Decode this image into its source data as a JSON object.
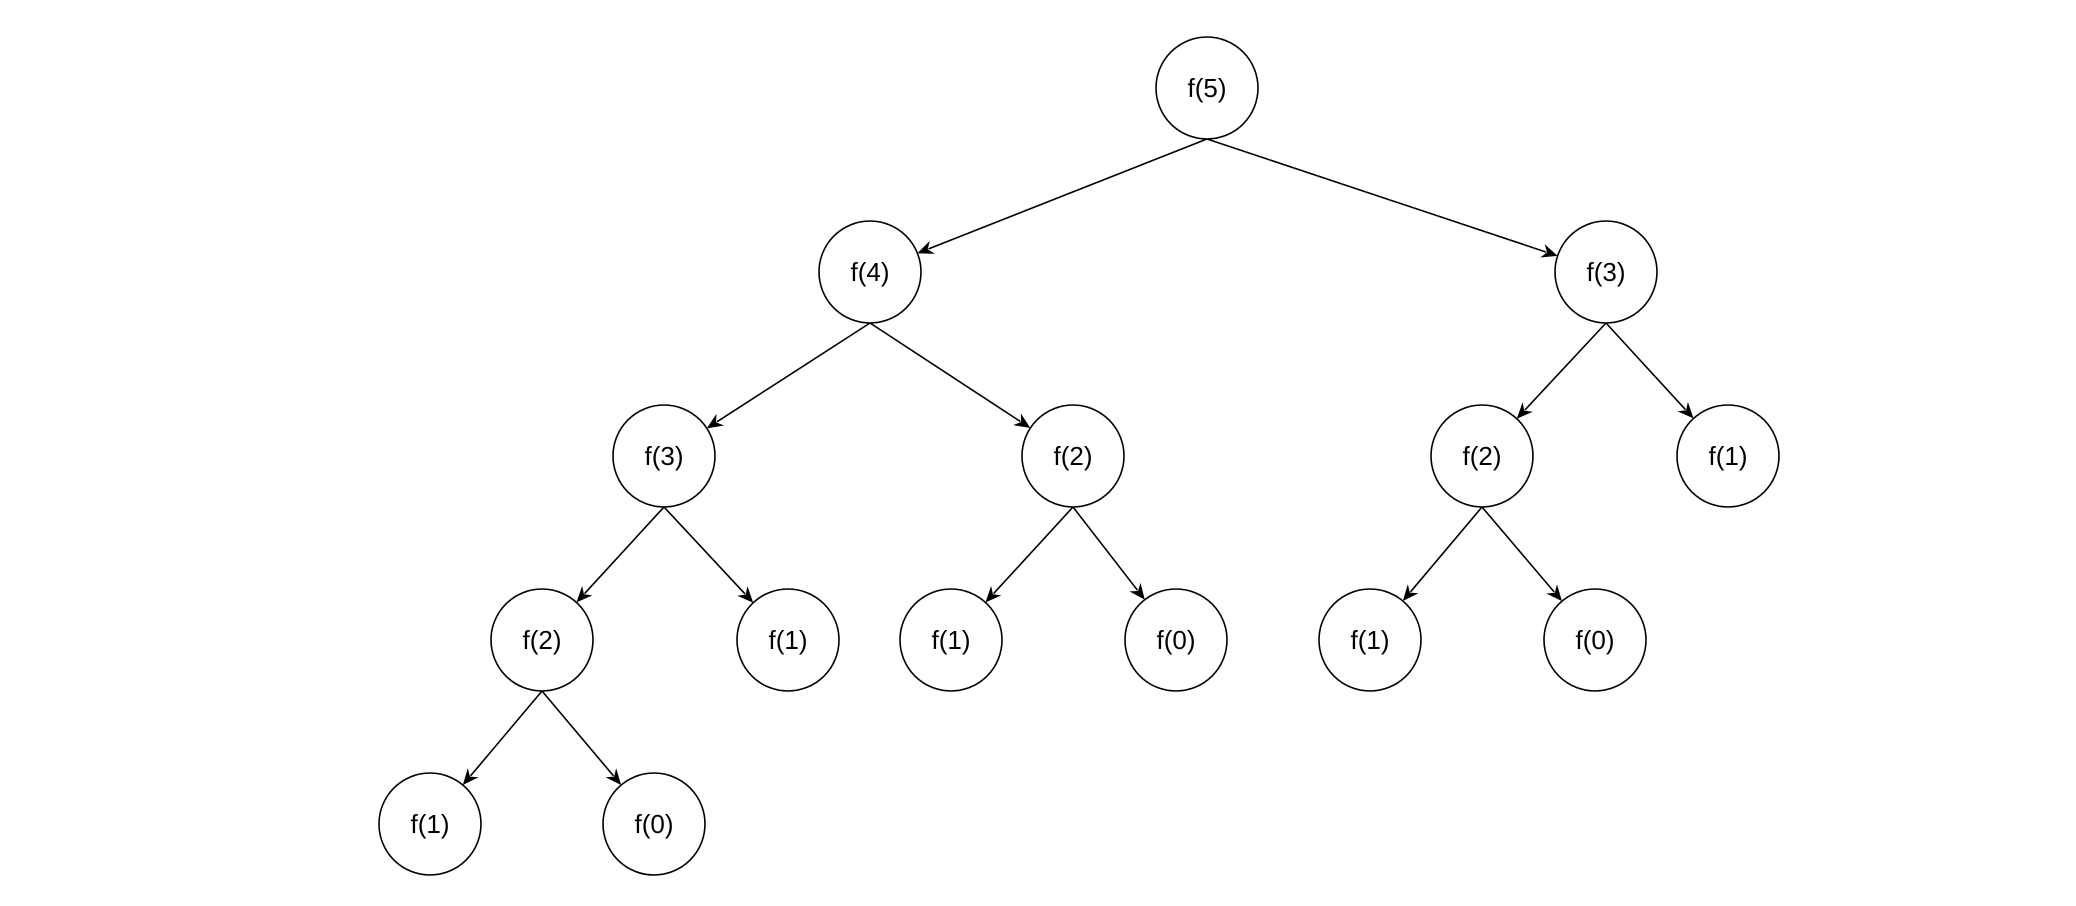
{
  "diagram": {
    "nodes": [
      {
        "id": "n1",
        "label": "f(5)"
      },
      {
        "id": "n2",
        "label": "f(4)"
      },
      {
        "id": "n3",
        "label": "f(3)"
      },
      {
        "id": "n4",
        "label": "f(3)"
      },
      {
        "id": "n5",
        "label": "f(2)"
      },
      {
        "id": "n6",
        "label": "f(2)"
      },
      {
        "id": "n7",
        "label": "f(1)"
      },
      {
        "id": "n8",
        "label": "f(2)"
      },
      {
        "id": "n9",
        "label": "f(1)"
      },
      {
        "id": "n10",
        "label": "f(1)"
      },
      {
        "id": "n11",
        "label": "f(0)"
      },
      {
        "id": "n12",
        "label": "f(1)"
      },
      {
        "id": "n13",
        "label": "f(0)"
      },
      {
        "id": "n14",
        "label": "f(1)"
      },
      {
        "id": "n15",
        "label": "f(0)"
      }
    ],
    "edges": [
      {
        "from": "n1",
        "to": "n2"
      },
      {
        "from": "n1",
        "to": "n3"
      },
      {
        "from": "n2",
        "to": "n4"
      },
      {
        "from": "n2",
        "to": "n5"
      },
      {
        "from": "n3",
        "to": "n6"
      },
      {
        "from": "n3",
        "to": "n7"
      },
      {
        "from": "n4",
        "to": "n8"
      },
      {
        "from": "n4",
        "to": "n9"
      },
      {
        "from": "n5",
        "to": "n10"
      },
      {
        "from": "n5",
        "to": "n11"
      },
      {
        "from": "n6",
        "to": "n12"
      },
      {
        "from": "n6",
        "to": "n13"
      },
      {
        "from": "n8",
        "to": "n14"
      },
      {
        "from": "n8",
        "to": "n15"
      }
    ]
  }
}
